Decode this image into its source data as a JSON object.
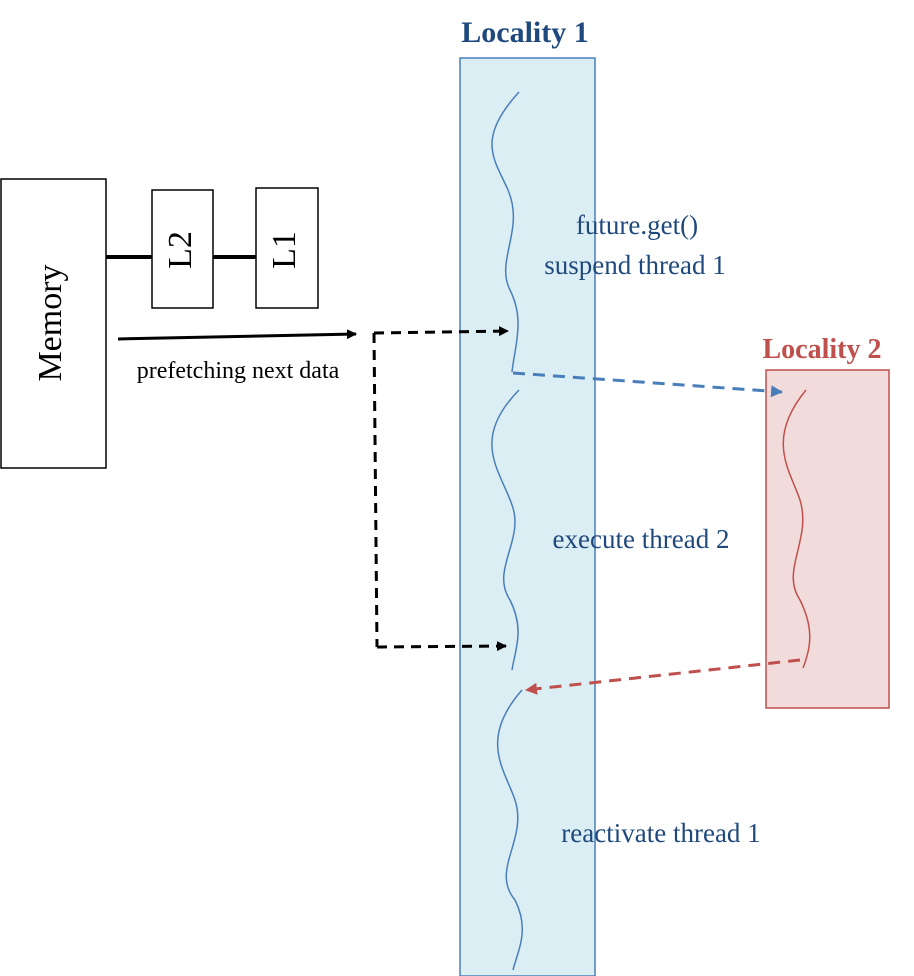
{
  "colors": {
    "locality1_fill": "#dbeef4",
    "locality1_stroke": "#4a7ebb",
    "locality1_title": "#1f497d",
    "locality2_fill": "#f2dcdb",
    "locality2_stroke": "#c0504d",
    "locality2_title": "#c0504d",
    "text_blue": "#1f497d",
    "black": "#000000"
  },
  "locality1": {
    "title": "Locality 1",
    "label_future_get": "future.get()",
    "label_suspend": "suspend thread 1",
    "label_execute": "execute thread 2",
    "label_reactivate": "reactivate thread 1"
  },
  "locality2": {
    "title": "Locality 2"
  },
  "memory": {
    "label": "Memory",
    "cache_l2": "L2",
    "cache_l1": "L1",
    "prefetch_label": "prefetching next data"
  }
}
